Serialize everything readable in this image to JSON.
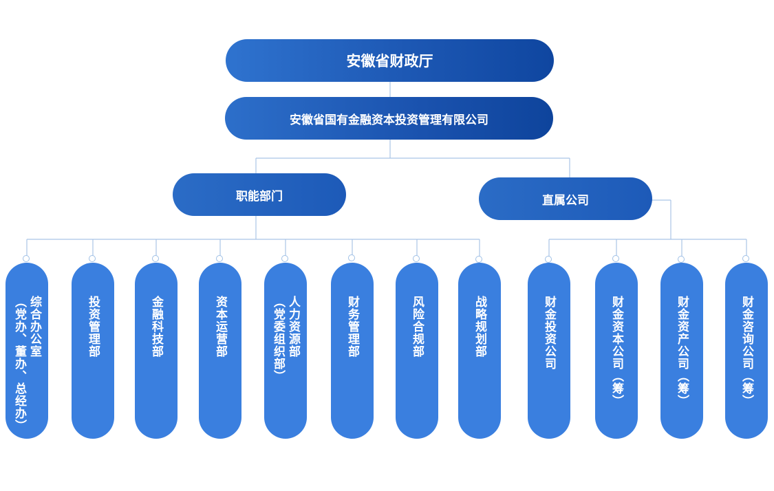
{
  "root": {
    "title": "安徽省财政厅"
  },
  "company": {
    "title": "安徽省国有金融资本投资管理有限公司"
  },
  "branches": {
    "functional": {
      "label": "职能部门"
    },
    "subsidiary": {
      "label": "直属公司"
    }
  },
  "functional_departments": [
    {
      "line1": "综合办公室",
      "line2": "（党办、董办、总经办）"
    },
    {
      "line1": "投资管理部"
    },
    {
      "line1": "金融科技部"
    },
    {
      "line1": "资本运营部"
    },
    {
      "line1": "人力资源部",
      "line2": "（党委组织部）"
    },
    {
      "line1": "财务管理部"
    },
    {
      "line1": "风险合规部"
    },
    {
      "line1": "战略规划部"
    }
  ],
  "subsidiaries": [
    {
      "line1": "财金投资公司"
    },
    {
      "line1": "财金资本公司（筹）"
    },
    {
      "line1": "财金资产公司（筹）"
    },
    {
      "line1": "财金咨询公司（筹）"
    }
  ],
  "colors": {
    "line": "#a9c4e6",
    "dark_box": "#1a55b0",
    "column": "#3a7fdf"
  }
}
